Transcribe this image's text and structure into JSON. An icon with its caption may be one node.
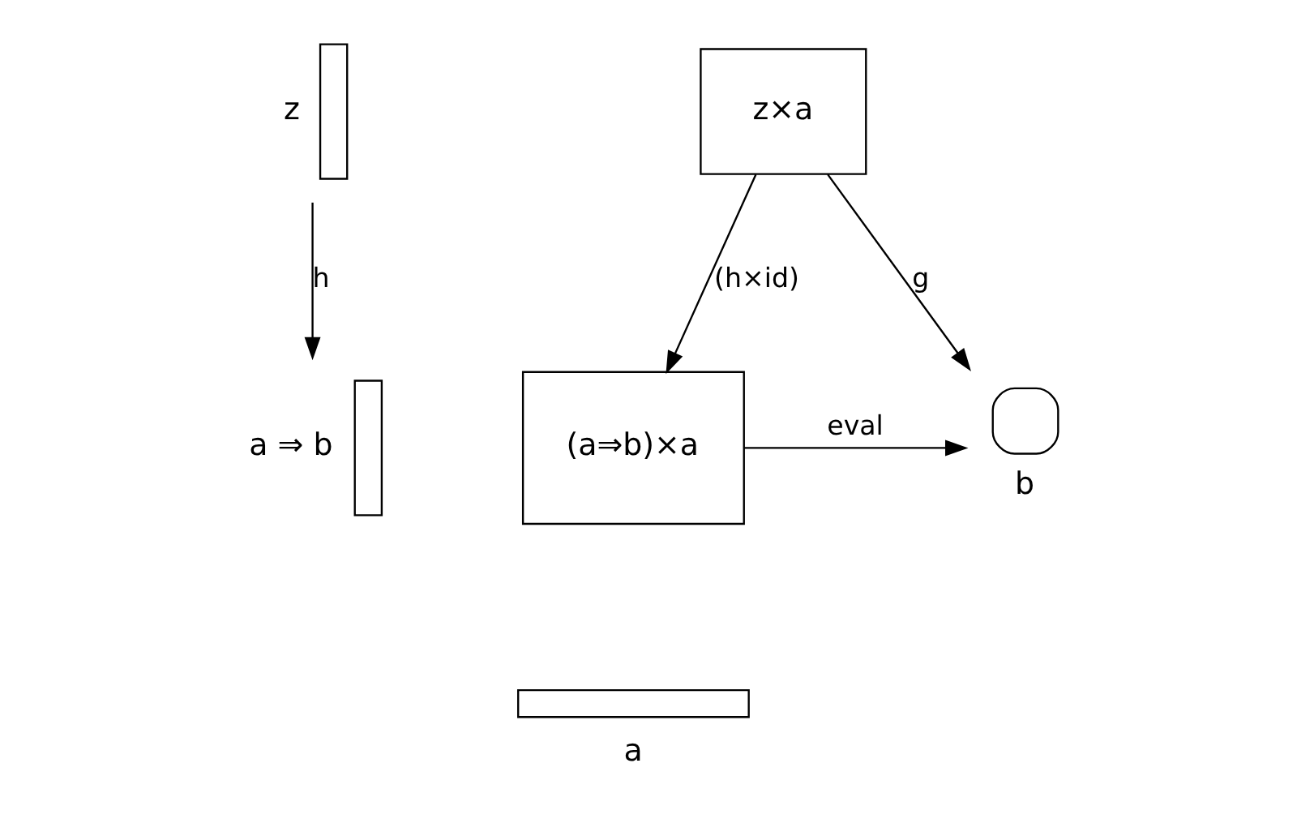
{
  "diagram": {
    "nodes": [
      {
        "text": [
          "z"
        ]
      },
      {
        "text": [
          "a ⇒ b"
        ]
      },
      {
        "text": [
          "z×a"
        ]
      },
      {
        "text": [
          "(a⇒b)×a"
        ]
      },
      {
        "text": [
          "b"
        ]
      },
      {
        "text": [
          "a"
        ]
      }
    ],
    "edges": [
      {
        "from": 0,
        "to": 1,
        "arrow": "to",
        "label": "h"
      },
      {
        "from": 2,
        "to": 3,
        "arrow": "to",
        "label": "(h×id)"
      },
      {
        "from": 2,
        "to": 4,
        "arrow": "to",
        "label": "g"
      },
      {
        "from": 3,
        "to": 4,
        "arrow": "to",
        "label": "eval"
      }
    ]
  }
}
